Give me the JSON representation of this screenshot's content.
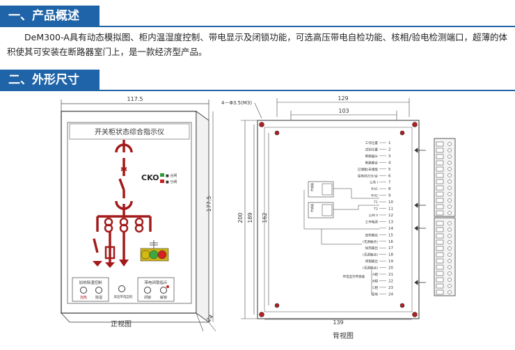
{
  "section1": {
    "title": "一、产品概述"
  },
  "intro_text": "DeM300-A具有动态模拟图、柜内温湿度控制、带电显示及闭锁功能，可选高压带电自检功能、核相/验电检测端口，超薄的体积使其可安装在断路器室门上，是一款经济型产品。",
  "section2": {
    "title": "二、外形尺寸"
  },
  "front": {
    "caption": "正视图",
    "panel_title": "开关柜状态综合指示仪",
    "dim_width": "117.5",
    "dim_height": "177.5",
    "dim_depth": "24",
    "legend_on": "■ 合闸",
    "legend_off": "■ 分闸",
    "brand": "CKO",
    "btn1": "加热",
    "btn2": "除湿",
    "btn3": "高压带电自检",
    "btn4": "闭锁",
    "btn5": "解锁",
    "box1_title": "加热除湿控制",
    "box2_title": "带电闭锁指示"
  },
  "back": {
    "caption": "背视图",
    "dim_129": "129",
    "dim_103": "103",
    "dim_139": "139",
    "dim_200": "200",
    "dim_189": "189",
    "dim_162": "162",
    "hole_note": "4－Φ3.5(M3)"
  },
  "terminals": [
    {
      "label": "工作位置",
      "num": "1"
    },
    {
      "label": "试验位置",
      "num": "2"
    },
    {
      "label": "断路器分",
      "num": "3"
    },
    {
      "label": "断路器合",
      "num": "4"
    },
    {
      "label": "已储能/未储能",
      "num": "5"
    },
    {
      "label": "接地闸刀分/合",
      "num": "6"
    },
    {
      "label": "公共 I",
      "num": "7"
    },
    {
      "label": "RH1",
      "num": "8"
    },
    {
      "label": "RH2",
      "num": "9"
    },
    {
      "label": "T1",
      "num": "10"
    },
    {
      "label": "T2",
      "num": "11"
    },
    {
      "label": "公共 II",
      "num": "12"
    },
    {
      "label": "工作电源",
      "num": "13"
    },
    {
      "label": "",
      "num": "14"
    },
    {
      "label": "加热输出",
      "num": "15"
    },
    {
      "label": "(无源触点)",
      "num": "16"
    },
    {
      "label": "加热输出",
      "num": "17"
    },
    {
      "label": "(无源触点)",
      "num": "18"
    },
    {
      "label": "闭锁输出",
      "num": "19"
    },
    {
      "label": "(无源触点)",
      "num": "20"
    },
    {
      "label": "A相",
      "num": "21"
    },
    {
      "label": "B相",
      "num": "22"
    },
    {
      "label": "C相",
      "num": "23"
    },
    {
      "label": "接地",
      "num": "24"
    }
  ],
  "sensor_label": "传感器",
  "sensor_group": "带电显示传感器"
}
